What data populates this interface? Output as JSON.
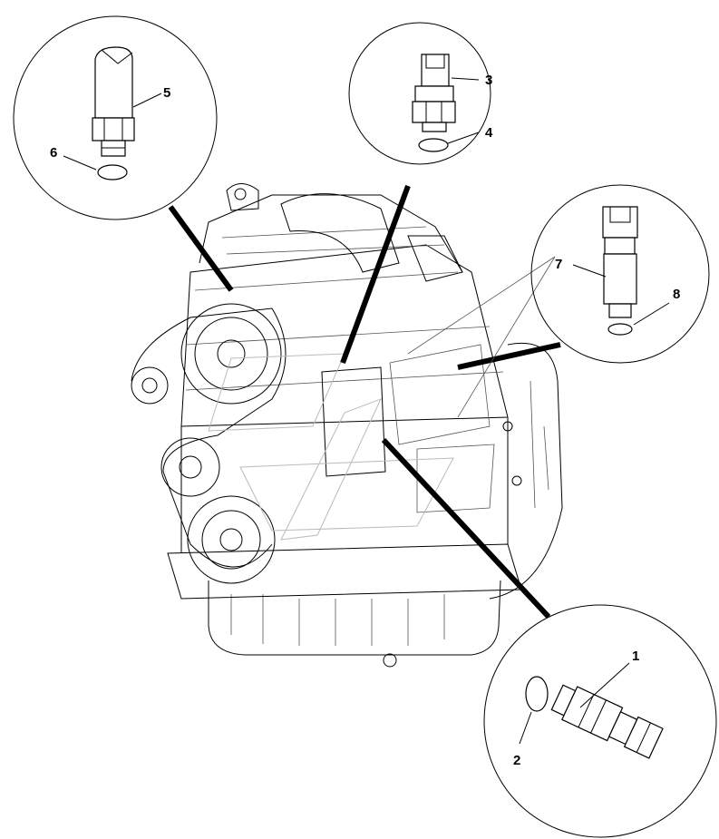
{
  "diagram": {
    "callouts": [
      {
        "id": "1",
        "label": "1"
      },
      {
        "id": "2",
        "label": "2"
      },
      {
        "id": "3",
        "label": "3"
      },
      {
        "id": "4",
        "label": "4"
      },
      {
        "id": "5",
        "label": "5"
      },
      {
        "id": "6",
        "label": "6"
      },
      {
        "id": "7",
        "label": "7"
      },
      {
        "id": "8",
        "label": "8"
      }
    ],
    "colors": {
      "line": "#000000",
      "faint_line": "#bbbbbb",
      "background": "#ffffff"
    }
  }
}
